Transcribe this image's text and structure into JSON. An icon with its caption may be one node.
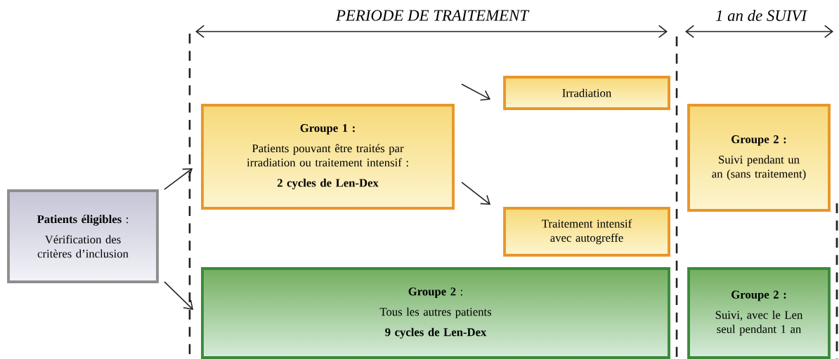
{
  "diagram": {
    "nodes": [
      {
        "text": [
          "**Patients éligibles** :",
          "Vérification des critères d’inclusion"
        ]
      },
      {
        "text": [
          "Groupe 1 :",
          "Patients pouvant être traités par irradiation ou traitement intensif :",
          "2 cycles de Len-Dex"
        ]
      },
      {
        "text": [
          "Irradiation"
        ]
      },
      {
        "text": [
          "Traitement intensif avec autogreffe"
        ]
      },
      {
        "text": [
          "Groupe 2 :",
          "Suivi pendant un an (sans traitement)"
        ]
      },
      {
        "text": [
          "**Groupe 2** :",
          "Tous les autres patients",
          "9 cycles de Len-Dex"
        ]
      },
      {
        "text": [
          "Groupe 2 :",
          "Suivi, avec le Len seul pendant 1 an"
        ]
      }
    ],
    "edges": [
      {
        "from": 0,
        "to": 1,
        "arrow": "to"
      },
      {
        "from": 0,
        "to": 5,
        "arrow": "to"
      },
      {
        "from": 1,
        "to": 2,
        "arrow": "to"
      },
      {
        "from": 1,
        "to": 3,
        "arrow": "to"
      }
    ],
    "labels": [
      "PERIODE DE TRAITEMENT",
      "1 an de SUIVI"
    ]
  }
}
